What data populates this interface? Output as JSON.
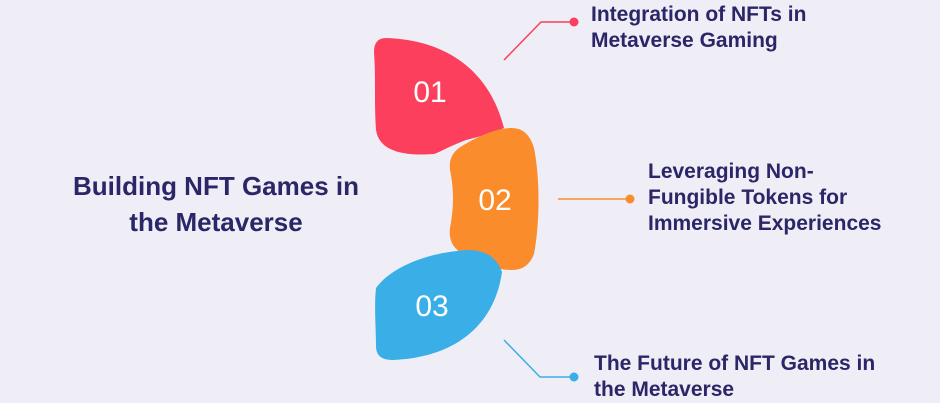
{
  "title": {
    "line1": "Building NFT Games in",
    "line2": "the Metaverse"
  },
  "segments": [
    {
      "number": "01",
      "color": "#fb3f5c",
      "line_color": "#fb3f5c",
      "label_lines": [
        "Integration of NFTs in",
        "Metaverse Gaming"
      ]
    },
    {
      "number": "02",
      "color": "#fb8c2c",
      "line_color": "#fb8c2c",
      "label_lines": [
        "Leveraging Non-",
        "Fungible Tokens for",
        "Immersive Experiences"
      ]
    },
    {
      "number": "03",
      "color": "#3aaee6",
      "line_color": "#3aaee6",
      "label_lines": [
        "The Future of NFT Games in",
        "the Metaverse"
      ]
    }
  ]
}
